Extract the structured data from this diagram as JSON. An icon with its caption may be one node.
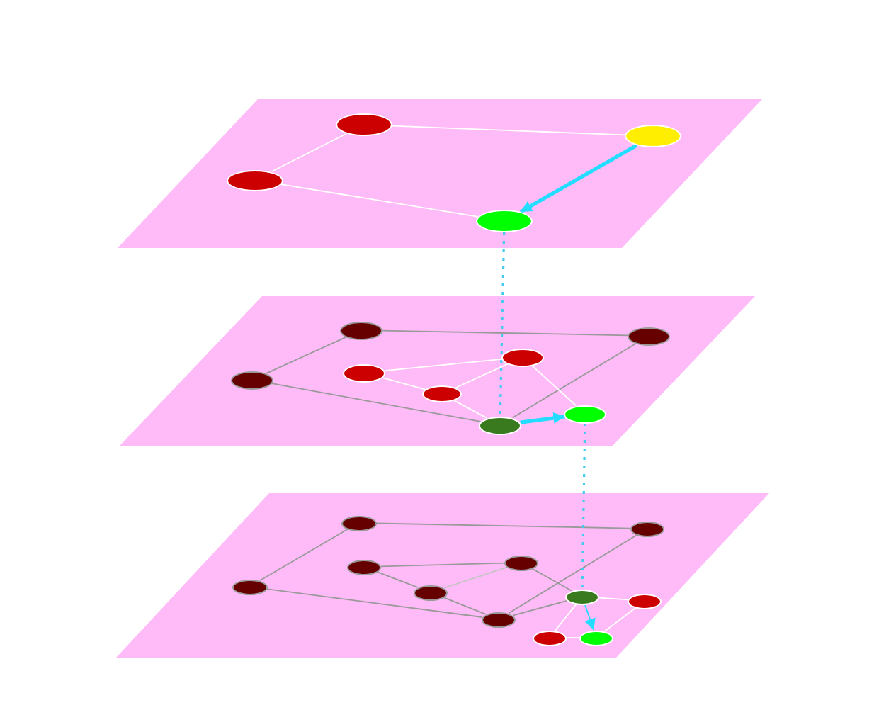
{
  "diagram": {
    "nodes": [
      {
        "text": [],
        "shape": "box"
      },
      {
        "text": [],
        "shape": "circle",
        "in": 0
      },
      {
        "text": [],
        "shape": "circle",
        "in": 0
      },
      {
        "text": [],
        "shape": "circle",
        "in": 0
      },
      {
        "text": [],
        "shape": "circle",
        "in": 0
      },
      {
        "text": [],
        "shape": "box"
      },
      {
        "text": [],
        "shape": "circle",
        "in": 5
      },
      {
        "text": [],
        "shape": "circle",
        "in": 5
      },
      {
        "text": [],
        "shape": "circle",
        "in": 5
      },
      {
        "text": [],
        "shape": "circle",
        "in": 5
      },
      {
        "text": [],
        "shape": "circle",
        "in": 5
      },
      {
        "text": [],
        "shape": "circle",
        "in": 5
      },
      {
        "text": [],
        "shape": "circle",
        "in": 5
      },
      {
        "text": [],
        "shape": "circle",
        "in": 5
      },
      {
        "text": [],
        "shape": "box"
      },
      {
        "text": [],
        "shape": "circle",
        "in": 14
      },
      {
        "text": [],
        "shape": "circle",
        "in": 14
      },
      {
        "text": [],
        "shape": "circle",
        "in": 14
      },
      {
        "text": [],
        "shape": "circle",
        "in": 14
      },
      {
        "text": [],
        "shape": "circle",
        "in": 14
      },
      {
        "text": [],
        "shape": "circle",
        "in": 14
      },
      {
        "text": [],
        "shape": "circle",
        "in": 14
      },
      {
        "text": [],
        "shape": "circle",
        "in": 14
      },
      {
        "text": [],
        "shape": "circle",
        "in": 14
      },
      {
        "text": [],
        "shape": "circle",
        "in": 14
      },
      {
        "text": [],
        "shape": "circle",
        "in": 14
      }
    ],
    "edges": [
      {
        "from": 1,
        "to": 3,
        "arrow": "none",
        "color": "#ffffff"
      },
      {
        "from": 1,
        "to": 2,
        "arrow": "none",
        "color": "#ffffff"
      },
      {
        "from": 2,
        "to": 4,
        "arrow": "none",
        "color": "#ffffff"
      },
      {
        "from": 3,
        "to": 4,
        "arrow": "to",
        "style": "thick",
        "color": "#22ddff"
      },
      {
        "from": 6,
        "to": 7,
        "arrow": "none"
      },
      {
        "from": 6,
        "to": 8,
        "arrow": "none"
      },
      {
        "from": 8,
        "to": 12,
        "arrow": "none"
      },
      {
        "from": 12,
        "to": 7,
        "arrow": "none"
      },
      {
        "from": 9,
        "to": 10,
        "arrow": "none",
        "color": "#ffffff"
      },
      {
        "from": 9,
        "to": 11,
        "arrow": "none",
        "color": "#ffffff"
      },
      {
        "from": 11,
        "to": 10,
        "arrow": "none",
        "color": "#ffffff"
      },
      {
        "from": 11,
        "to": 12,
        "arrow": "none",
        "color": "#ffffff"
      },
      {
        "from": 10,
        "to": 13,
        "arrow": "none",
        "color": "#ffffff"
      },
      {
        "from": 12,
        "to": 13,
        "arrow": "to",
        "style": "thick",
        "color": "#22ddff"
      },
      {
        "from": 15,
        "to": 16,
        "arrow": "none"
      },
      {
        "from": 15,
        "to": 17,
        "arrow": "none"
      },
      {
        "from": 17,
        "to": 21,
        "arrow": "none"
      },
      {
        "from": 21,
        "to": 16,
        "arrow": "none"
      },
      {
        "from": 18,
        "to": 19,
        "arrow": "none"
      },
      {
        "from": 18,
        "to": 20,
        "arrow": "none"
      },
      {
        "from": 20,
        "to": 19,
        "arrow": "none",
        "color": "#c4c4c4"
      },
      {
        "from": 20,
        "to": 21,
        "arrow": "none"
      },
      {
        "from": 19,
        "to": 22,
        "arrow": "none"
      },
      {
        "from": 21,
        "to": 22,
        "arrow": "none"
      },
      {
        "from": 22,
        "to": 23,
        "arrow": "none",
        "color": "#ffffff"
      },
      {
        "from": 22,
        "to": 24,
        "arrow": "none",
        "color": "#ffffff"
      },
      {
        "from": 24,
        "to": 25,
        "arrow": "none",
        "color": "#ffffff"
      },
      {
        "from": 25,
        "to": 23,
        "arrow": "none",
        "color": "#ffffff"
      },
      {
        "from": 22,
        "to": 25,
        "arrow": "to",
        "color": "#22ddff"
      },
      {
        "from": 4,
        "to": 12,
        "arrow": "none",
        "style": "dashed",
        "color": "#44ccee"
      },
      {
        "from": 13,
        "to": 22,
        "arrow": "none",
        "style": "dashed",
        "color": "#44ccee"
      }
    ]
  }
}
